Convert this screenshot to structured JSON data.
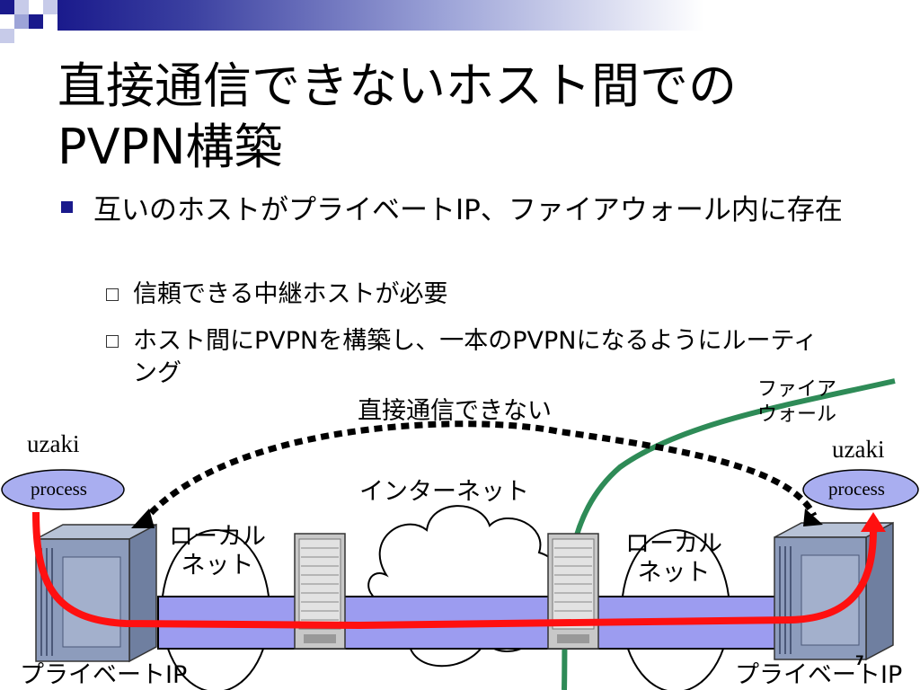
{
  "title_line1": "直接通信できないホスト間での",
  "title_line2": "PVPN構築",
  "bullet": "互いのホストがプライベートIP、ファイアウォール内に存在",
  "sub_bullets": [
    "信頼できる中継ホストが必要",
    "ホスト間にPVPNを構築し、一本のPVPNになるようにルーティング"
  ],
  "diagram": {
    "firewall_label_line1": "ファイア",
    "firewall_label_line2": "ウォール",
    "no_direct_label": "直接通信できない",
    "internet_label": "インターネット",
    "local_net_left_line1": "ローカル",
    "local_net_left_line2": "ネット",
    "local_net_right_line1": "ローカル",
    "local_net_right_line2": "ネット",
    "user_left": "uzaki",
    "user_right": "uzaki",
    "process_left": "process",
    "process_right": "process",
    "private_ip_left": "プライベートIP",
    "private_ip_right": "プライベートIP",
    "page_number": "7"
  },
  "colors": {
    "decor_dark": "#1a1a8c",
    "decor_light": "#9da4d8",
    "network_band": "#9c9cf0",
    "firewall_line": "#2e8b57",
    "route_arrow": "#ff1010",
    "process_fill": "#a9aef0"
  },
  "icons": [
    "server-tower-icon",
    "server-box-icon",
    "cloud-icon"
  ]
}
